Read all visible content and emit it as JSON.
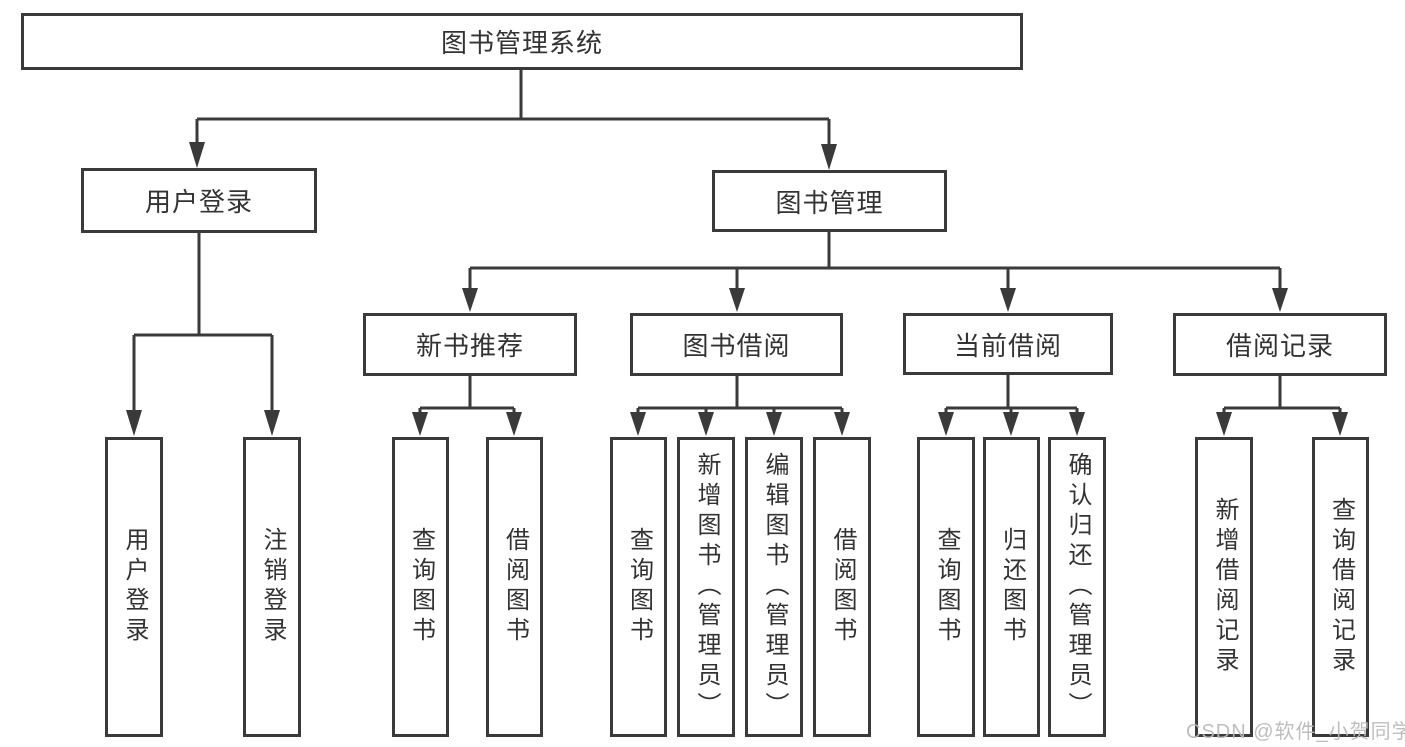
{
  "diagram": {
    "root": "图书管理系统",
    "children": [
      {
        "label": "用户登录",
        "children": [
          {
            "label": "用户登录"
          },
          {
            "label": "注销登录"
          }
        ]
      },
      {
        "label": "图书管理",
        "children": [
          {
            "label": "新书推荐",
            "children": [
              {
                "label": "查询图书"
              },
              {
                "label": "借阅图书"
              }
            ]
          },
          {
            "label": "图书借阅",
            "children": [
              {
                "label": "查询图书"
              },
              {
                "label": "新增图书（管理员）"
              },
              {
                "label": "编辑图书（管理员）"
              },
              {
                "label": "借阅图书"
              }
            ]
          },
          {
            "label": "当前借阅",
            "children": [
              {
                "label": "查询图书"
              },
              {
                "label": "归还图书"
              },
              {
                "label": "确认归还（管理员）"
              }
            ]
          },
          {
            "label": "借阅记录",
            "children": [
              {
                "label": "新增借阅记录"
              },
              {
                "label": "查询借阅记录"
              }
            ]
          }
        ]
      }
    ]
  },
  "watermark": "CSDN @软件_小贺同学",
  "colors": {
    "line": "#3a3a3a",
    "box_border": "#3a3a3a",
    "text": "#333333",
    "background": "#ffffff",
    "watermark": "#b8b8b8"
  }
}
